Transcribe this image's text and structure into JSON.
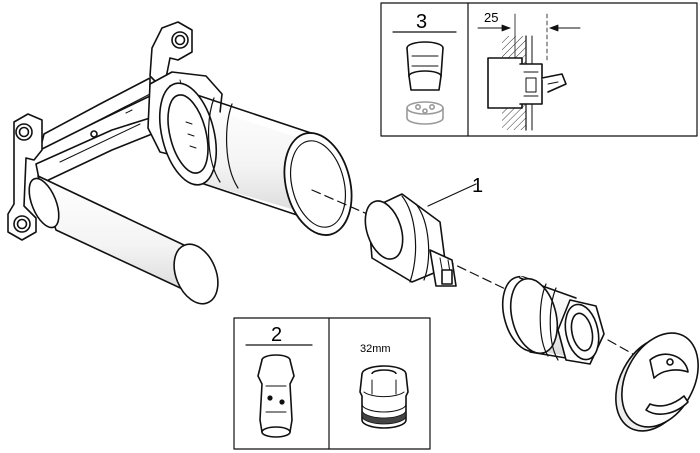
{
  "callouts": {
    "part1": "1",
    "inset_cartridge": "3",
    "inset_sleeve": "2"
  },
  "dimensions": {
    "depth": "25",
    "wrench": "32mm"
  }
}
